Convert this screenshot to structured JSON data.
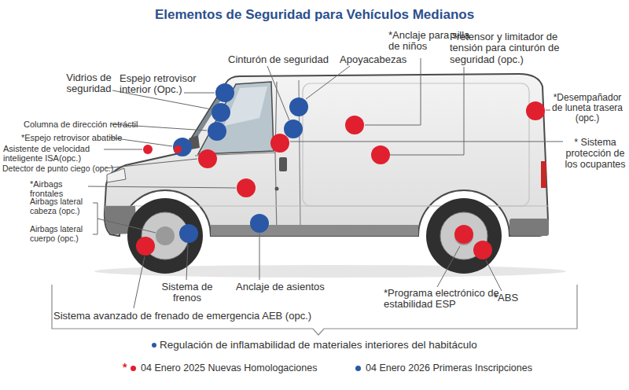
{
  "diagram": {
    "title": "Elementos de Seguridad para Vehículos Medianos",
    "labels": [
      "Vidrios de seguridad",
      "Espejo retrovisor interior (Opc.)",
      "Cinturón de seguridad",
      "Apoyacabezas",
      "*Anclaje para silla de niños",
      "Pretensor y limitador de tensión para cinturón de seguridad (opc.)",
      "*Desempañador de luneta trasera (opc.)",
      "* Sistema protección de los ocupantes",
      "Columna de dirección retráctil",
      "*Espejo retrovisor abatible",
      "Asistente de velocidad inteligente ISA(opc.)",
      "Detector de punto ciego (opc.)",
      "*Airbags frontales",
      "Airbags lateral cabeza (opc.)",
      "Airbags lateral cuerpo (opc.)",
      "Sistema de frenos",
      "Anclaje de asientos",
      "*Programa electrónico de estabilidad ESP",
      "*ABS",
      "Sistema avanzado de frenado de emergencia AEB (opc.)",
      "Regulación de inflamabilidad de materiales interiores del habitáculo",
      "*"
    ],
    "legend": [
      {
        "text": "04 Enero 2025 Nuevas Homologaciones",
        "color": "#e0202e"
      },
      {
        "text": "04 Enero 2026 Primeras Inscripciones",
        "color": "#2a58a6"
      }
    ]
  }
}
